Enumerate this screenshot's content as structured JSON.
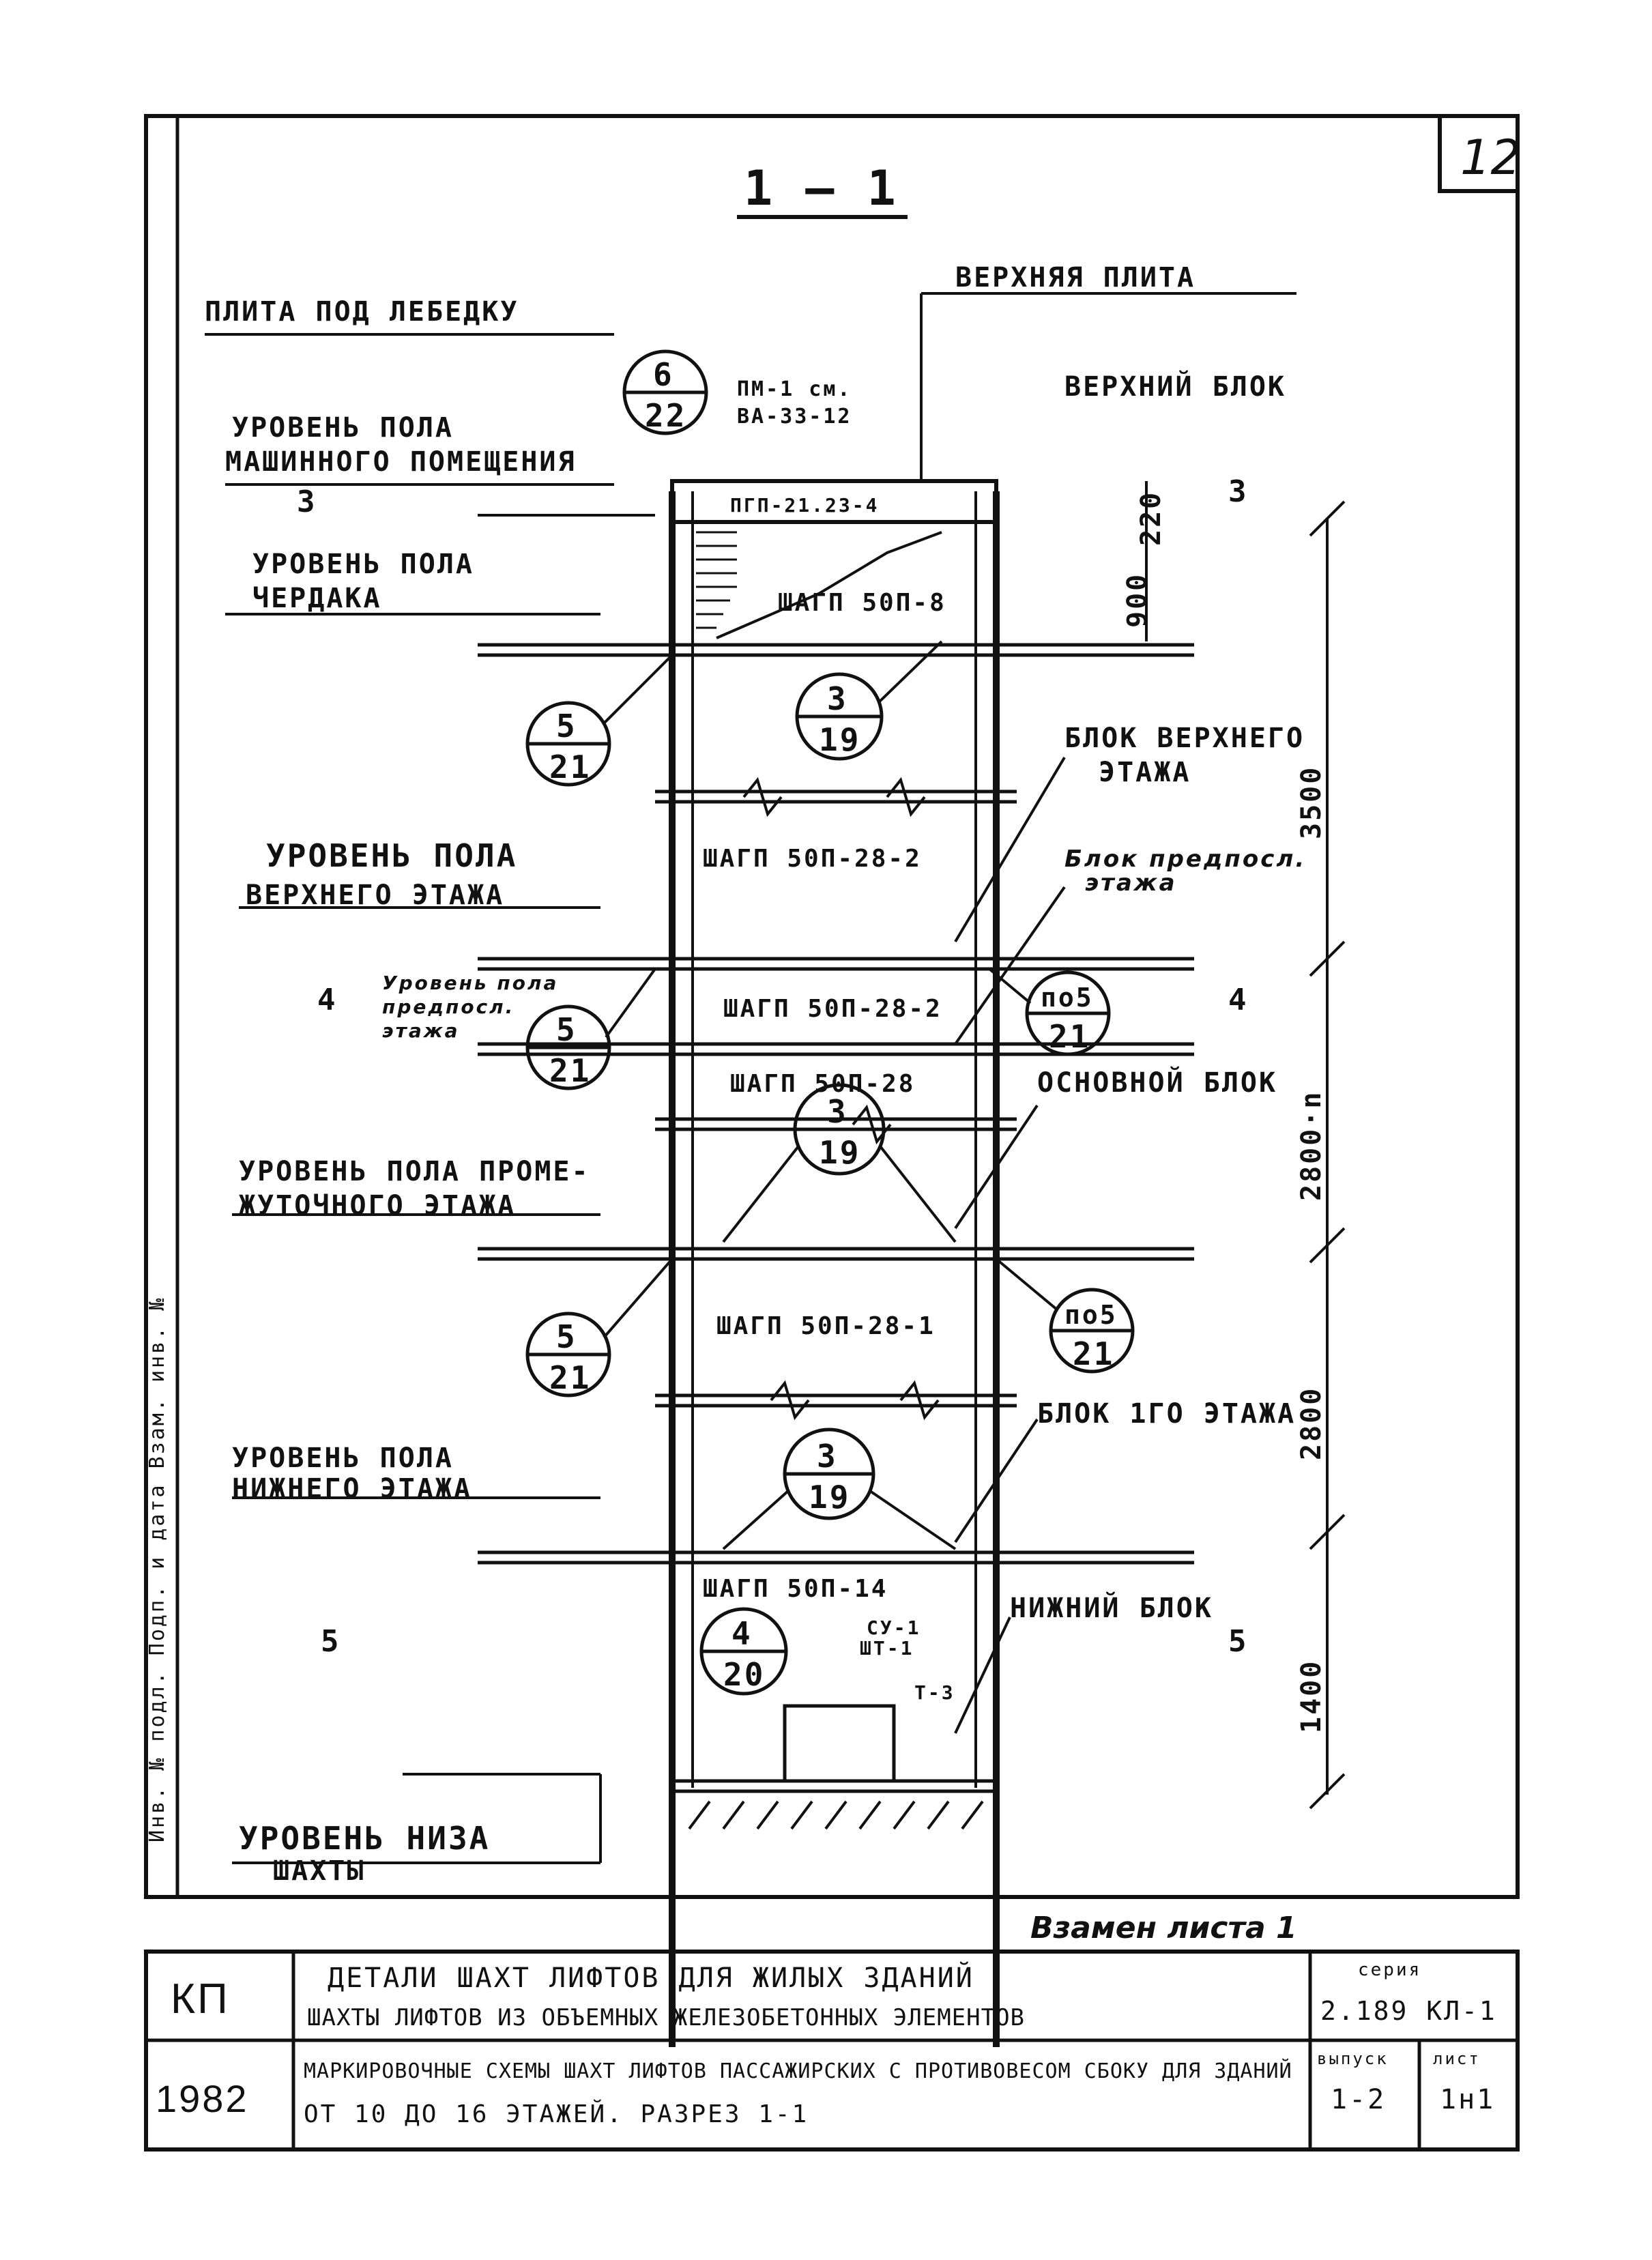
{
  "sheet_number": "12",
  "section_title": "1 — 1",
  "replaces_note": "Взамен листа 1",
  "top_labels": {
    "winch_slab": "ПЛИТА ПОД ЛЕБЕДКУ",
    "top_slab": "ВЕРХНЯЯ ПЛИТА",
    "top_block": "ВЕРХНИЙ БЛОК",
    "pm_ref_1": "ПМ-1 см.",
    "pm_ref_2": "ВА-33-12",
    "slab_mark": "ПГП-21.23-4"
  },
  "levels": {
    "machine_room_1": "УРОВЕНЬ ПОЛА",
    "machine_room_2": "МАШИННОГО ПОМЕЩЕНИЯ",
    "attic_1": "УРОВЕНЬ ПОЛА",
    "attic_2": "ЧЕРДАКА",
    "top_floor_1": "УРОВЕНЬ ПОЛА",
    "top_floor_2": "ВЕРХНЕГО ЭТАЖА",
    "pre_top_1": "Уровень пола",
    "pre_top_2": "предпосл.",
    "pre_top_3": "этажа",
    "mid_floor_1": "УРОВЕНЬ ПОЛА ПРОМЕ-",
    "mid_floor_2": "ЖУТОЧНОГО ЭТАЖА",
    "low_floor_1": "УРОВЕНЬ ПОЛА",
    "low_floor_2": "НИЖНЕГО ЭТАЖА",
    "pit_1": "УРОВЕНЬ НИЗА",
    "pit_2": "ШАХТЫ"
  },
  "blocks": {
    "upper_floor_block_1": "БЛОК ВЕРХНЕГО",
    "upper_floor_block_2": "ЭТАЖА",
    "pre_top_block_1": "Блок предпосл.",
    "pre_top_block_2": "этажа",
    "main_block": "ОСНОВНОЙ БЛОК",
    "first_floor_block": "БЛОК 1ГО ЭТАЖА",
    "lower_block": "НИЖНИЙ БЛОК"
  },
  "shaft_marks": {
    "m1": "ШАГП 50П-8",
    "m2": "ШАГП 50П-28-2",
    "m3": "ШАГП 50П-28-2",
    "m4": "ШАГП 50П-28",
    "m5": "ШАГП 50П-28-1",
    "m6": "ШАГП 50П-14",
    "su": "СУ-1",
    "sh": "ШТ-1",
    "t": "Т-3"
  },
  "callouts": [
    {
      "top": "6",
      "bottom": "22"
    },
    {
      "top": "5",
      "bottom": "21"
    },
    {
      "top": "3",
      "bottom": "19"
    },
    {
      "top": "5",
      "bottom": "21"
    },
    {
      "top": "по5",
      "bottom": "21"
    },
    {
      "top": "3",
      "bottom": "19"
    },
    {
      "top": "5",
      "bottom": "21"
    },
    {
      "top": "по5",
      "bottom": "21"
    },
    {
      "top": "3",
      "bottom": "19"
    },
    {
      "top": "4",
      "bottom": "20"
    }
  ],
  "dimensions": {
    "d220": "220",
    "d900": "900",
    "d3500": "3500",
    "d2800n": "2800·n",
    "d2800": "2800",
    "d1400": "1400"
  },
  "section_marks": {
    "s3": "3",
    "s4": "4",
    "s5": "5"
  },
  "stamp": {
    "code": "КП",
    "year": "1982",
    "title_1": "ДЕТАЛИ ШАХТ ЛИФТОВ ДЛЯ ЖИЛЫХ ЗДАНИЙ",
    "title_2": "ШАХТЫ ЛИФТОВ ИЗ ОБЪЕМНЫХ ЖЕЛЕЗОБЕТОННЫХ ЭЛЕМЕНТОВ",
    "series_label": "серия",
    "series": "2.189 КЛ-1",
    "desc_1": "МАРКИРОВОЧНЫЕ СХЕМЫ ШАХТ ЛИФТОВ ПАССАЖИРСКИХ С ПРОТИВОВЕСОМ СБОКУ ДЛЯ ЗДАНИЙ",
    "desc_2": "ОТ 10 ДО 16 ЭТАЖЕЙ. РАЗРЕЗ 1-1",
    "issue_label": "выпуск",
    "issue": "1-2",
    "sheet_label": "лист",
    "sheet": "1н1"
  },
  "margin_text": "Инв. № подл.  Подп. и дата  Взам. инв. №"
}
